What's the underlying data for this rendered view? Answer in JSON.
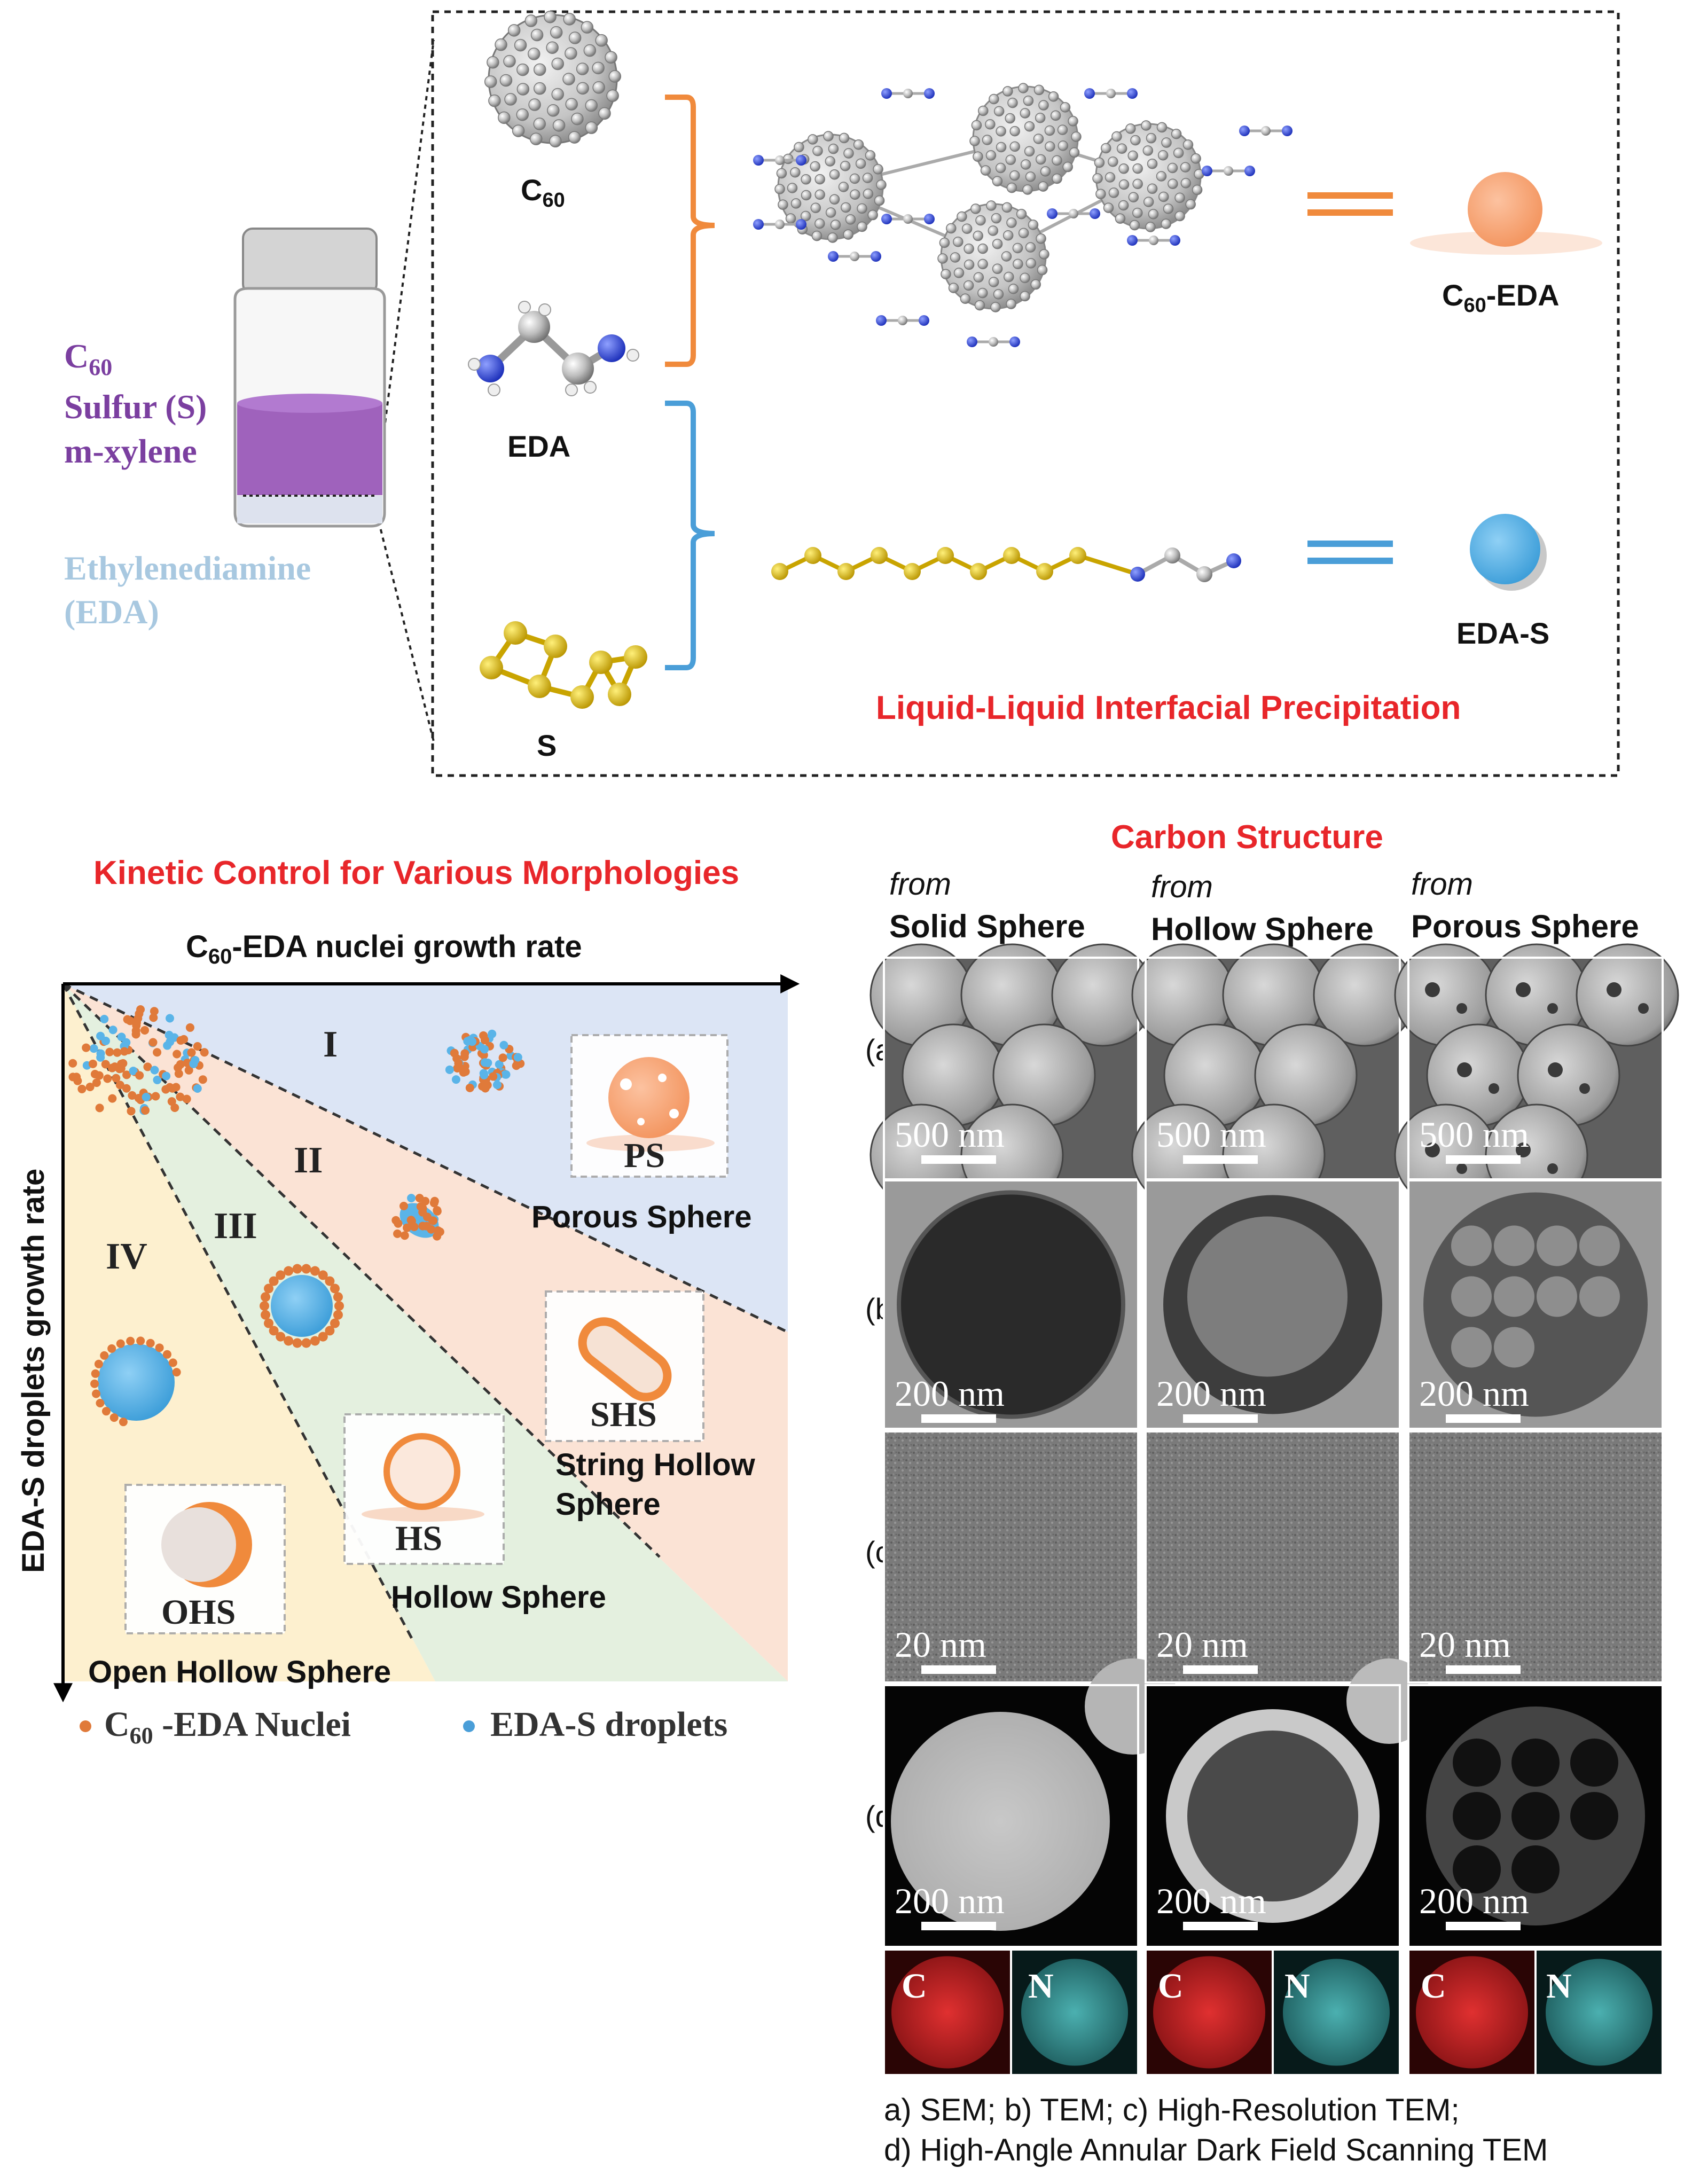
{
  "colors": {
    "c60_purple": "#7B3FA0",
    "eda_lightblue": "#A8C8E0",
    "orange": "#F08A3C",
    "orange_sphere": "#F7A47A",
    "blue": "#4A9ED8",
    "blue_sphere": "#5AB4E8",
    "red_title": "#E8262A",
    "sulfur": "#D8B000",
    "nitrogen": "#2B3FD6",
    "carbon_gray": "#B8B8B8",
    "zone_I": "#DCE5F5",
    "zone_II": "#FBE3D5",
    "zone_III": "#E4F0DF",
    "zone_IV": "#FDF0CF",
    "map_C": "#C8262A",
    "map_N": "#3A9A9A"
  },
  "vial": {
    "label_c60": "C",
    "label_c60_sub": "60",
    "label_sulfur": "Sulfur (S)",
    "label_solvent": "m-xylene",
    "label_eda_1": "Ethylenediamine",
    "label_eda_2": "(EDA)"
  },
  "precursors": {
    "c60_label": "C",
    "c60_sub": "60",
    "eda_label": "EDA",
    "s_label": "S"
  },
  "products": {
    "c60eda_pre": "C",
    "c60eda_sub": "60",
    "c60eda_post": "-EDA",
    "edas_label": "EDA-S",
    "process_title": "Liquid-Liquid Interfacial Precipitation"
  },
  "kinetic": {
    "title": "Kinetic Control for Various Morphologies",
    "x_axis_pre": "C",
    "x_axis_sub": "60",
    "x_axis_post": "-EDA nuclei growth rate",
    "y_axis": "EDA-S droplets growth rate",
    "zone_I": "I",
    "zone_II": "II",
    "zone_III": "III",
    "zone_IV": "IV",
    "ps_abbr": "PS",
    "ps_name": "Porous Sphere",
    "shs_abbr": "SHS",
    "shs_name_1": "String Hollow",
    "shs_name_2": "Sphere",
    "hs_abbr": "HS",
    "hs_name": "Hollow Sphere",
    "ohs_abbr": "OHS",
    "ohs_name": "Open Hollow Sphere",
    "legend_nuclei_pre": "C",
    "legend_nuclei_sub": "60",
    "legend_nuclei_post": " -EDA Nuclei",
    "legend_droplets": "EDA-S droplets"
  },
  "carbon": {
    "title": "Carbon Structure",
    "col1_from": "from",
    "col1_name": "Solid Sphere",
    "col2_from": "from",
    "col2_name": "Hollow Sphere",
    "col3_from": "from",
    "col3_name": "Porous Sphere",
    "row_a": "(a)",
    "row_b": "(b)",
    "row_c": "(c)",
    "row_d": "(d)",
    "scale_a": "500 nm",
    "scale_b": "200 nm",
    "scale_c": "20 nm",
    "scale_d": "200 nm",
    "map_c": "C",
    "map_n": "N",
    "caption_1": "a) SEM; b) TEM; c) High-Resolution TEM;",
    "caption_2": "d) High-Angle Annular Dark Field Scanning TEM"
  }
}
